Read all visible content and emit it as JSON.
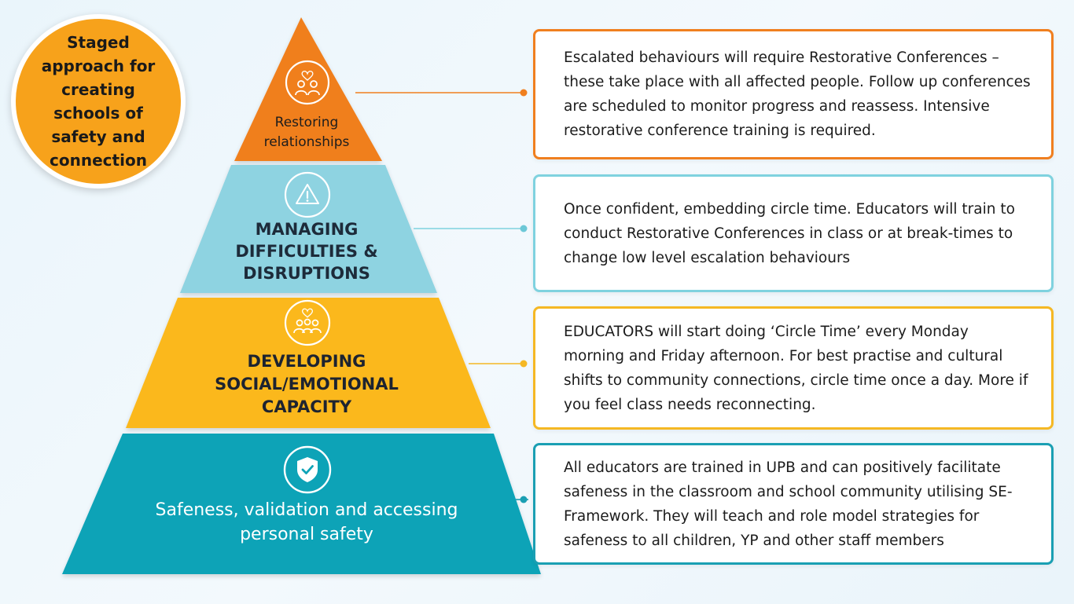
{
  "badge": {
    "text": "Staged approach for creating schools of safety and connection",
    "color": "#f7a21b"
  },
  "tiers": [
    {
      "level": 1,
      "label": "Restoring relationships",
      "icon": "people-heart-icon",
      "color": "#f07f1f",
      "description": "Escalated behaviours will require Restorative Conferences – these take place with all affected people. Follow up conferences are scheduled to monitor progress and reassess. Intensive restorative conference training is required."
    },
    {
      "level": 2,
      "label": "MANAGING DIFFICULTIES & DISRUPTIONS",
      "icon": "warning-icon",
      "color": "#8ed3e1",
      "description": "Once confident, embedding circle time. Educators will train to conduct Restorative Conferences in class or at break-times to change low level escalation behaviours"
    },
    {
      "level": 3,
      "label": "DEVELOPING SOCIAL/EMOTIONAL CAPACITY",
      "icon": "group-heart-icon",
      "color": "#fbb81c",
      "description": "EDUCATORS will start doing ‘Circle Time’ every Monday morning and Friday afternoon. For best practise and cultural shifts to community connections, circle time once a day. More if you feel class needs reconnecting."
    },
    {
      "level": 4,
      "label": "Safeness, validation and accessing personal safety",
      "icon": "shield-check-icon",
      "color": "#0ea3b7",
      "description": "All educators are trained in UPB and can positively facilitate safeness in the classroom and school community utilising SE-Framework. They will teach and role model strategies for safeness to all children, YP and other staff members"
    }
  ],
  "box_colors": [
    "#f07f1f",
    "#7fd2df",
    "#f5b824",
    "#1a9fb3"
  ]
}
